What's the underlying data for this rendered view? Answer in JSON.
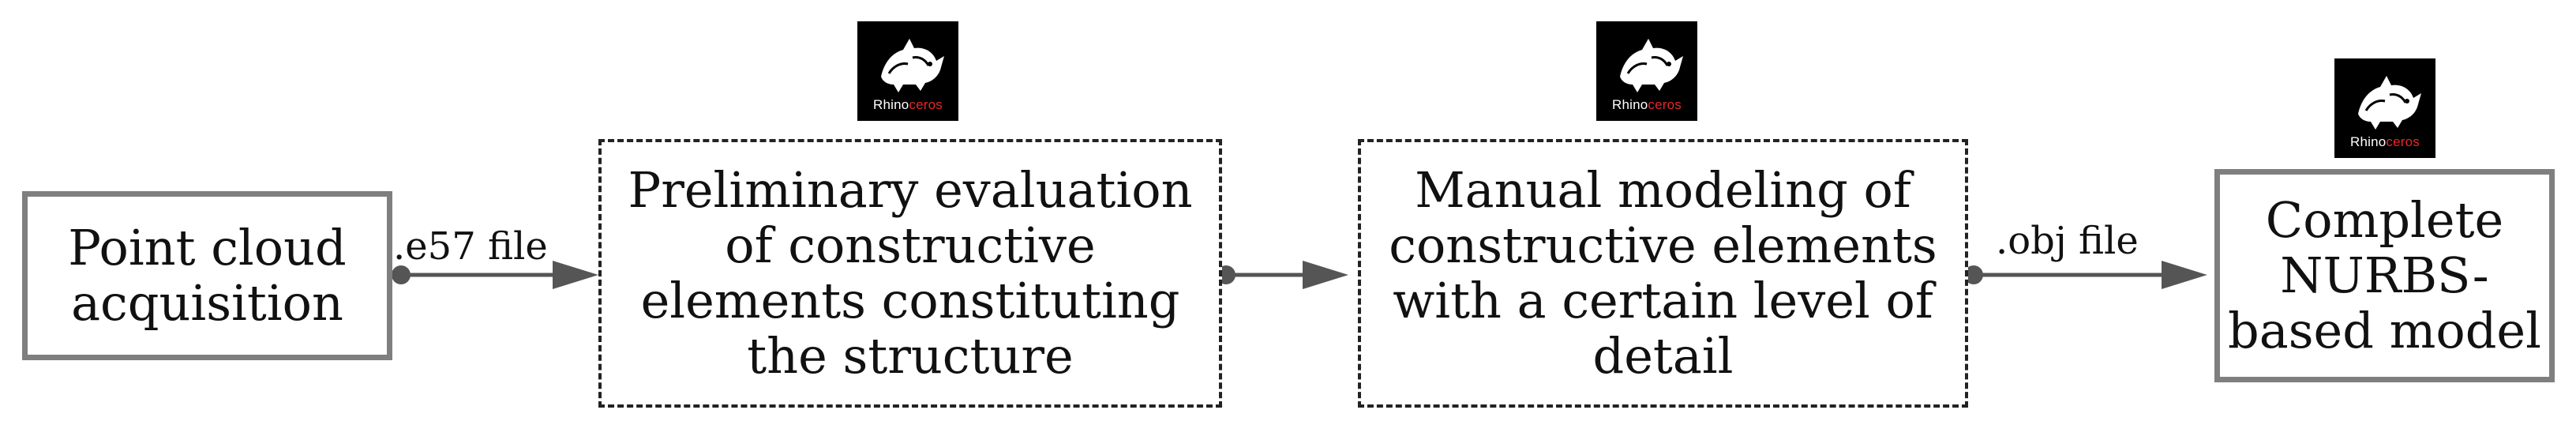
{
  "nodes": [
    {
      "id": "point-cloud",
      "lines": [
        "Point cloud",
        "acquisition"
      ],
      "style": "solid"
    },
    {
      "id": "preliminary-evaluation",
      "lines": [
        "Preliminary evaluation",
        "of constructive",
        "elements constituting",
        "the structure"
      ],
      "style": "dashed"
    },
    {
      "id": "manual-modeling",
      "lines": [
        "Manual modeling of",
        "constructive elements",
        "with a certain level of",
        "detail"
      ],
      "style": "dashed"
    },
    {
      "id": "complete-model",
      "lines": [
        "Complete",
        "NURBS-",
        "based model"
      ],
      "style": "solid"
    }
  ],
  "edges": [
    {
      "from": "point-cloud",
      "to": "preliminary-evaluation",
      "label": ".e57 file"
    },
    {
      "from": "preliminary-evaluation",
      "to": "manual-modeling",
      "label": ""
    },
    {
      "from": "manual-modeling",
      "to": "complete-model",
      "label": ".obj file"
    }
  ],
  "logos": [
    {
      "icon": "rhino-icon",
      "text_white": "Rhino",
      "text_red": "ceros",
      "above": "preliminary-evaluation"
    },
    {
      "icon": "rhino-icon",
      "text_white": "Rhino",
      "text_red": "ceros",
      "above": "manual-modeling"
    },
    {
      "icon": "rhino-icon",
      "text_white": "Rhino",
      "text_red": "ceros",
      "above": "complete-model"
    }
  ],
  "colors": {
    "solid_border": "#7f7f7f",
    "dashed_border": "#222222",
    "arrow": "#555555",
    "logo_bg": "#000000",
    "logo_red": "#e8262b"
  }
}
